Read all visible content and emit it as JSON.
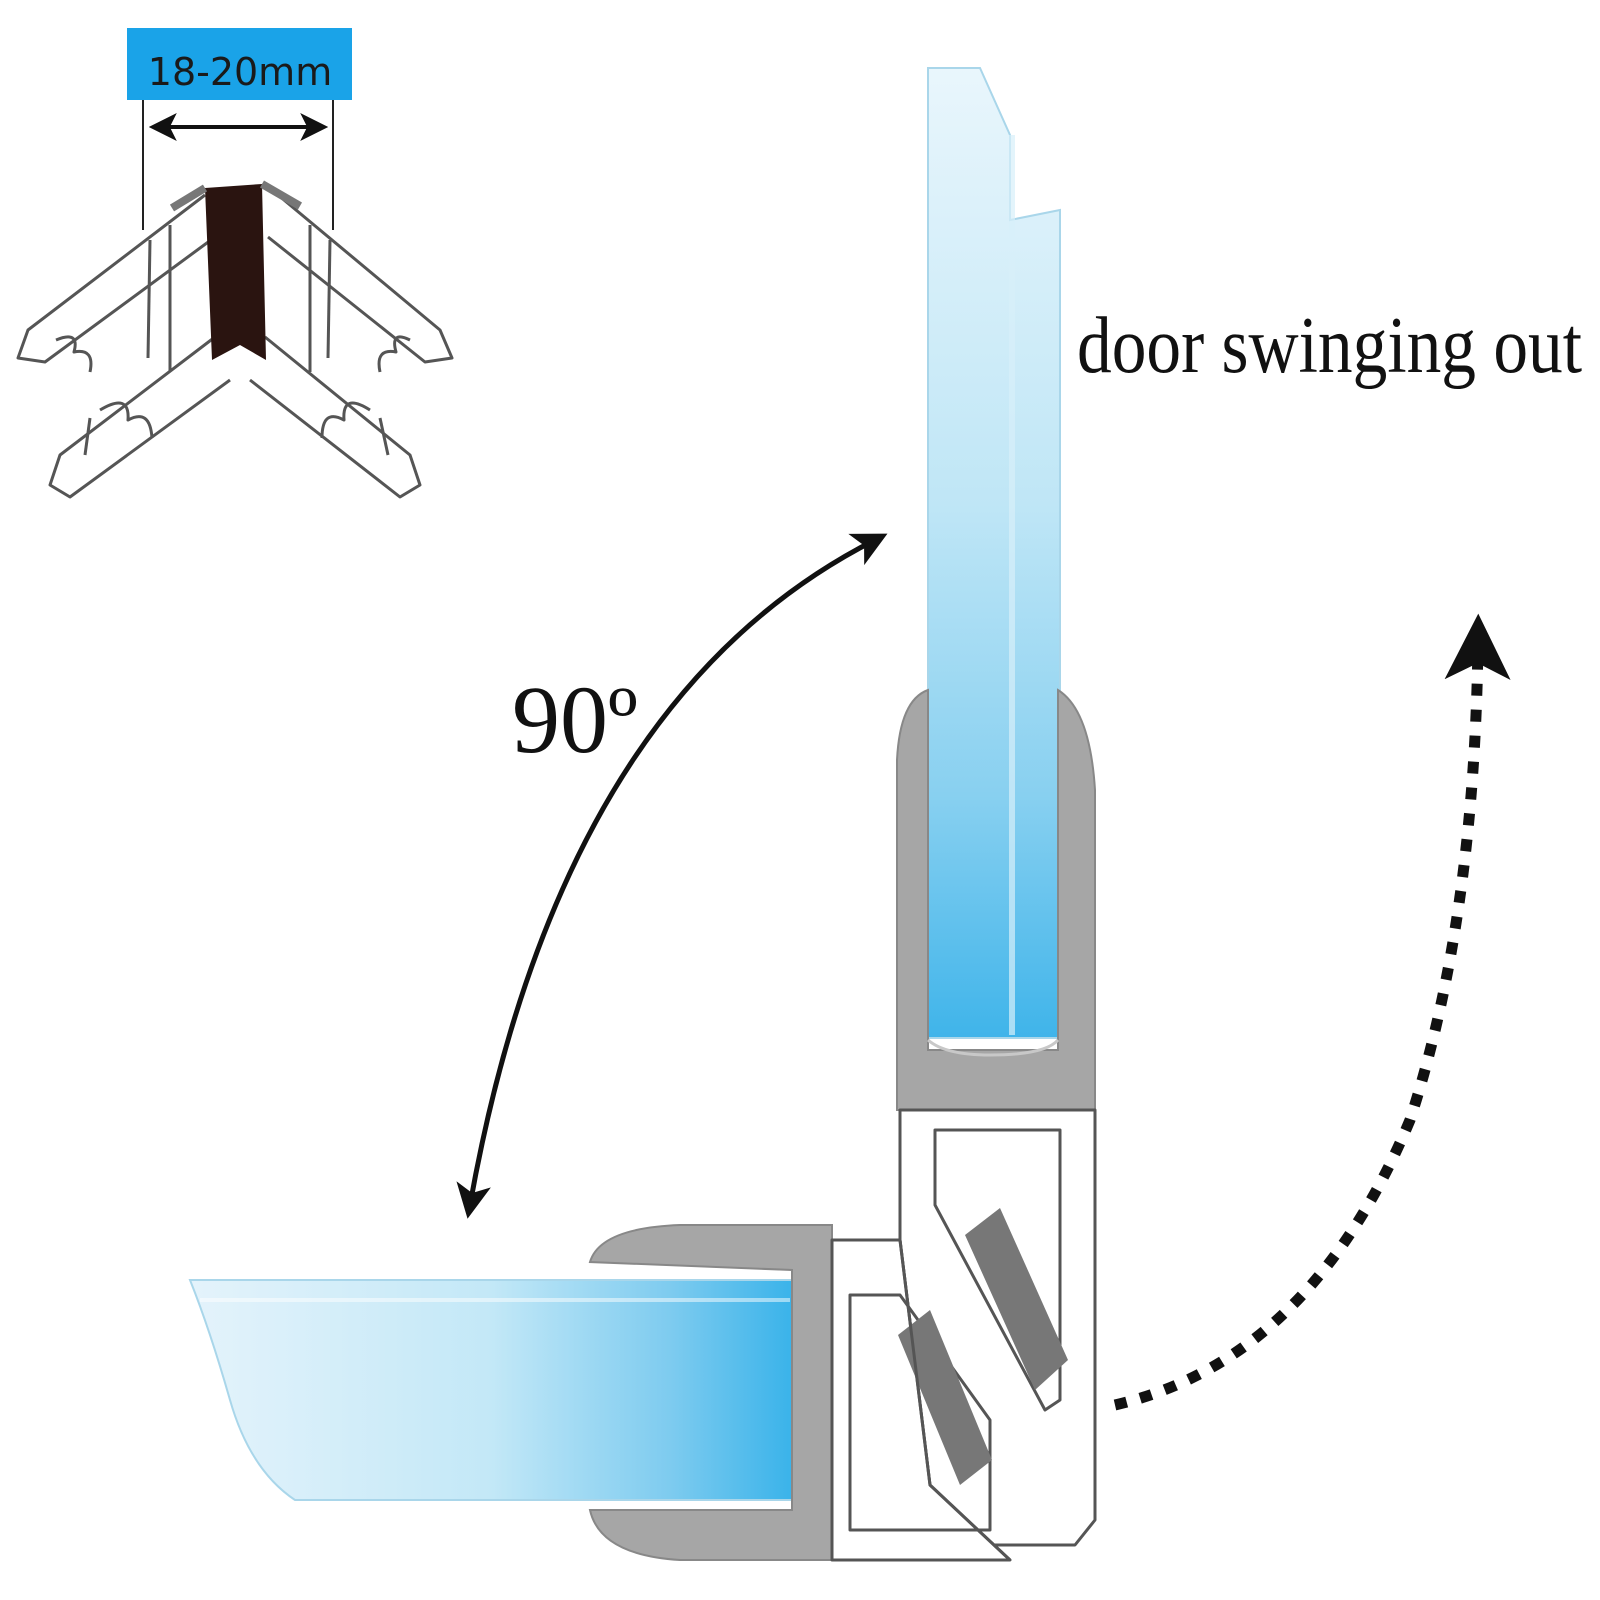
{
  "labels": {
    "width_range": "18-20mm",
    "door_text": "door swinging out",
    "angle": "90º"
  },
  "colors": {
    "badge": "#1aa3e8",
    "glass_light": "#e4f4fc",
    "glass_mid": "#b4e1f5",
    "glass_deep": "#41b6ea",
    "seal": "#a6a6a6",
    "magnet": "#777777",
    "magnet_detail": "#2a1410",
    "ink": "#111111"
  }
}
